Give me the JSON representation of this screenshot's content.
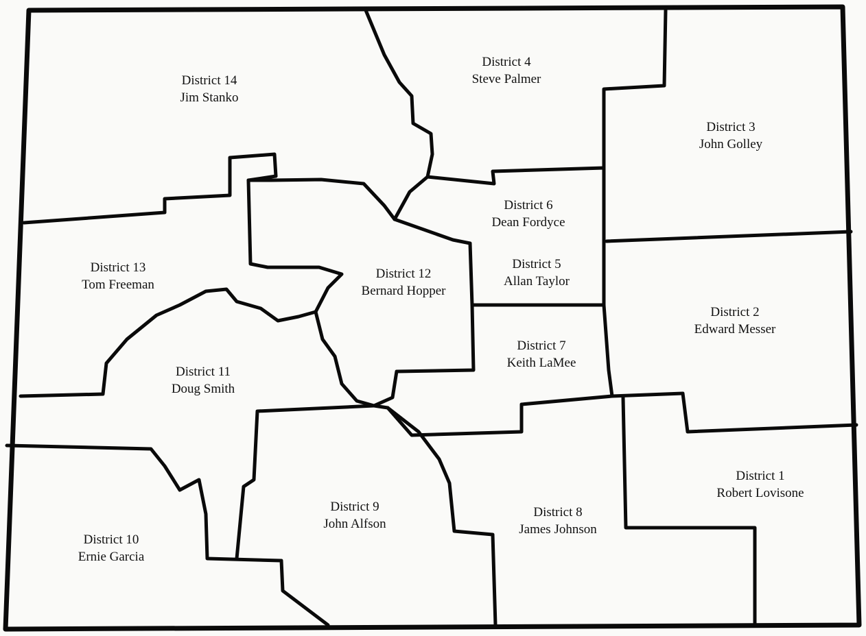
{
  "districts": [
    {
      "id": "d14",
      "name": "District 14",
      "rep": "Jim Stanko"
    },
    {
      "id": "d4",
      "name": "District 4",
      "rep": "Steve Palmer"
    },
    {
      "id": "d3",
      "name": "District 3",
      "rep": "John Golley"
    },
    {
      "id": "d6",
      "name": "District 6",
      "rep": "Dean Fordyce"
    },
    {
      "id": "d13",
      "name": "District 13",
      "rep": "Tom Freeman"
    },
    {
      "id": "d12",
      "name": "District 12",
      "rep": "Bernard Hopper"
    },
    {
      "id": "d5",
      "name": "District 5",
      "rep": "Allan Taylor"
    },
    {
      "id": "d2",
      "name": "District 2",
      "rep": "Edward Messer"
    },
    {
      "id": "d7",
      "name": "District 7",
      "rep": "Keith LaMee"
    },
    {
      "id": "d11",
      "name": "District 11",
      "rep": "Doug Smith"
    },
    {
      "id": "d1",
      "name": "District 1",
      "rep": "Robert Lovisone"
    },
    {
      "id": "d9",
      "name": "District 9",
      "rep": "John Alfson"
    },
    {
      "id": "d8",
      "name": "District 8",
      "rep": "James Johnson"
    },
    {
      "id": "d10",
      "name": "District 10",
      "rep": "Ernie Garcia"
    }
  ],
  "colors": {
    "boundary": "#0a0a0a",
    "background": "#fafaf8",
    "text": "#111111"
  }
}
